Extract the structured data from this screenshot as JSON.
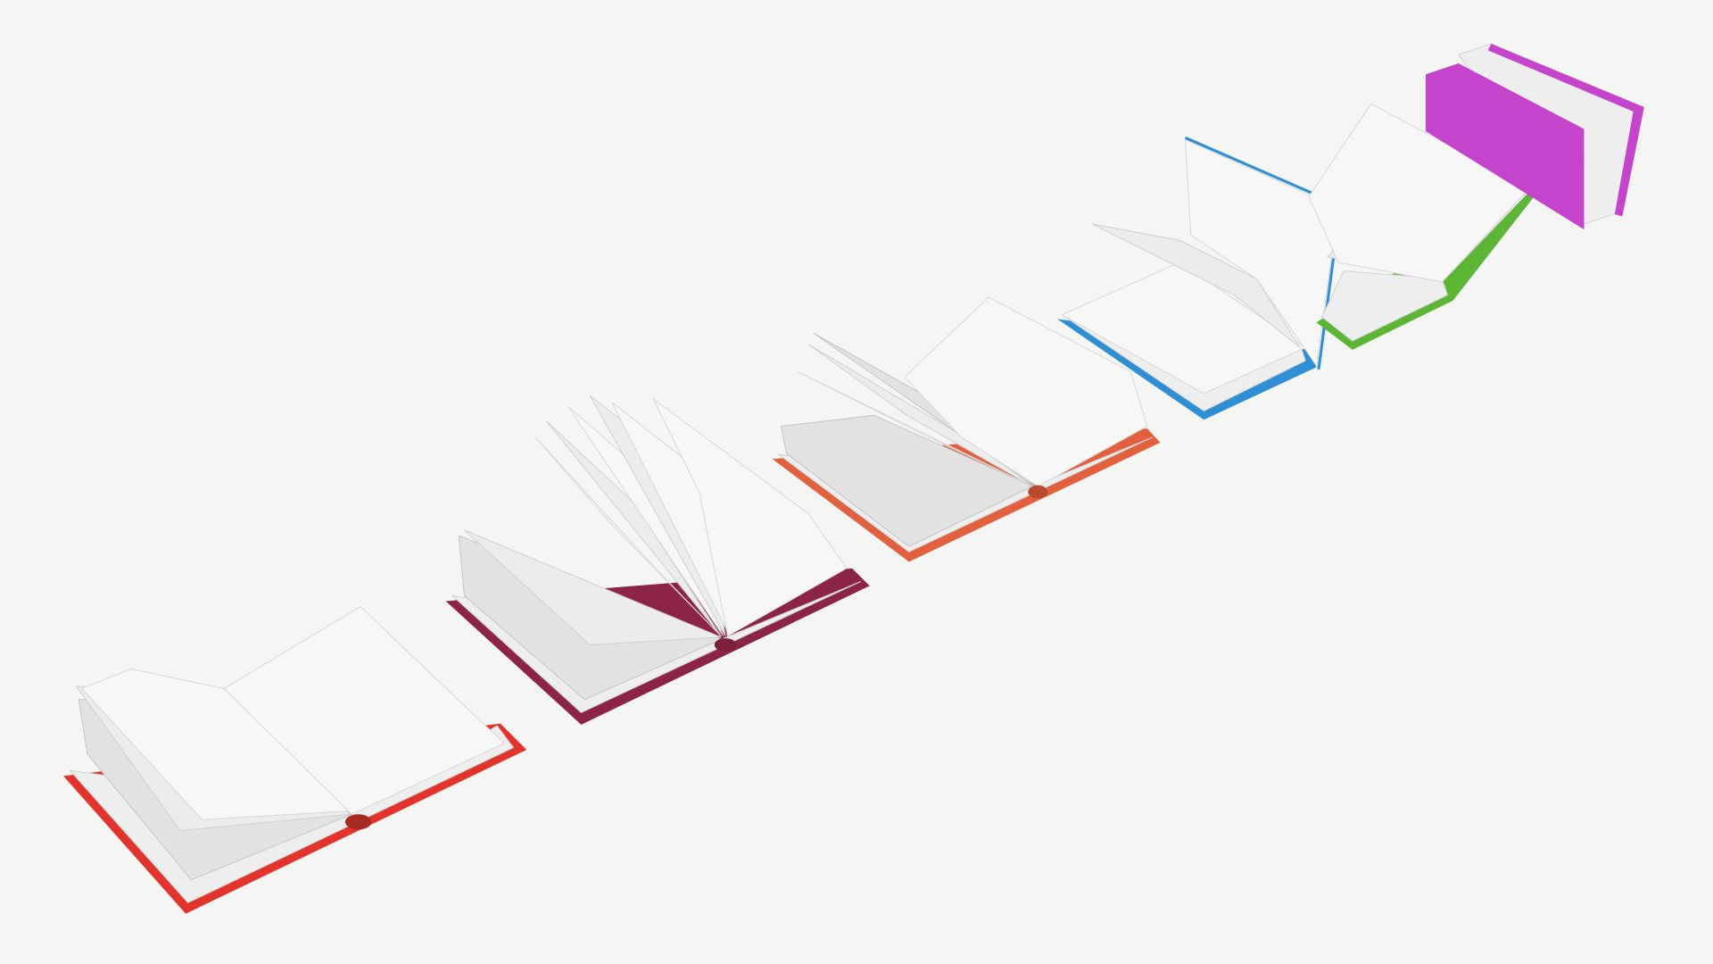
{
  "scene": {
    "background": "#f5f5f4",
    "books": [
      {
        "state": "open-flat",
        "cover_color": "#e2342c"
      },
      {
        "state": "open-fanned",
        "cover_color": "#8c2445"
      },
      {
        "state": "open-flipping",
        "cover_color": "#e2603e"
      },
      {
        "state": "opening",
        "cover_color": "#2f8fd4"
      },
      {
        "state": "slightly-open",
        "cover_color": "#5cb535"
      },
      {
        "state": "closed-standing",
        "cover_color": "#c445cc"
      }
    ]
  }
}
